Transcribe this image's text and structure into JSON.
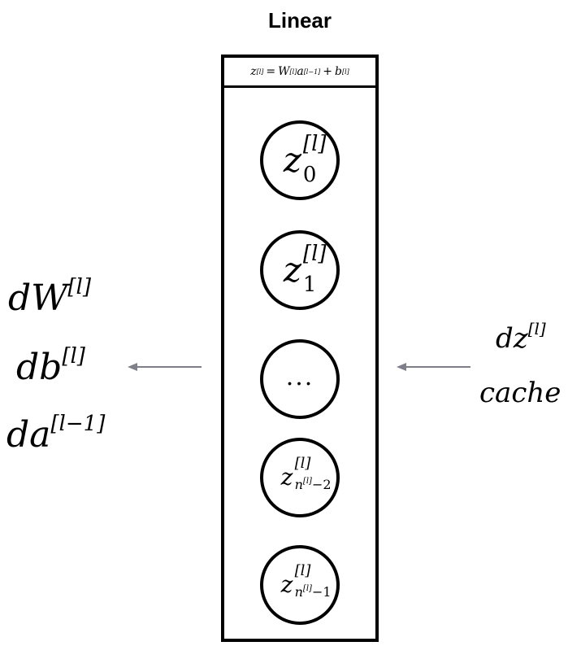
{
  "title": "Linear",
  "equation": {
    "lhs": "z",
    "lhs_sup": "[l]",
    "equals": "=",
    "w": "W",
    "w_sup": "[l]",
    "a": "a",
    "a_sup": "[l−1]",
    "plus": "+",
    "b": "b",
    "b_sup": "[l]"
  },
  "nodes": [
    {
      "base": "z",
      "sup": "[l]",
      "sub": "0"
    },
    {
      "base": "z",
      "sup": "[l]",
      "sub": "1"
    },
    {
      "ellipsis": "..."
    },
    {
      "base": "z",
      "sup": "[l]",
      "sub_base": "n",
      "sub_inner": "[l]",
      "sub_tail": "−2"
    },
    {
      "base": "z",
      "sup": "[l]",
      "sub_base": "n",
      "sub_inner": "[l]",
      "sub_tail": "−1"
    }
  ],
  "outputs": [
    {
      "base": "dW",
      "sup": "[l]"
    },
    {
      "base": "db",
      "sup": "[l]"
    },
    {
      "base": "da",
      "sup": "[l−1]"
    }
  ],
  "inputs": [
    {
      "base": "dz",
      "sup": "[l]"
    },
    {
      "base": "cache"
    }
  ],
  "colors": {
    "arrow": "#7f7f8a",
    "stroke": "#000000"
  }
}
